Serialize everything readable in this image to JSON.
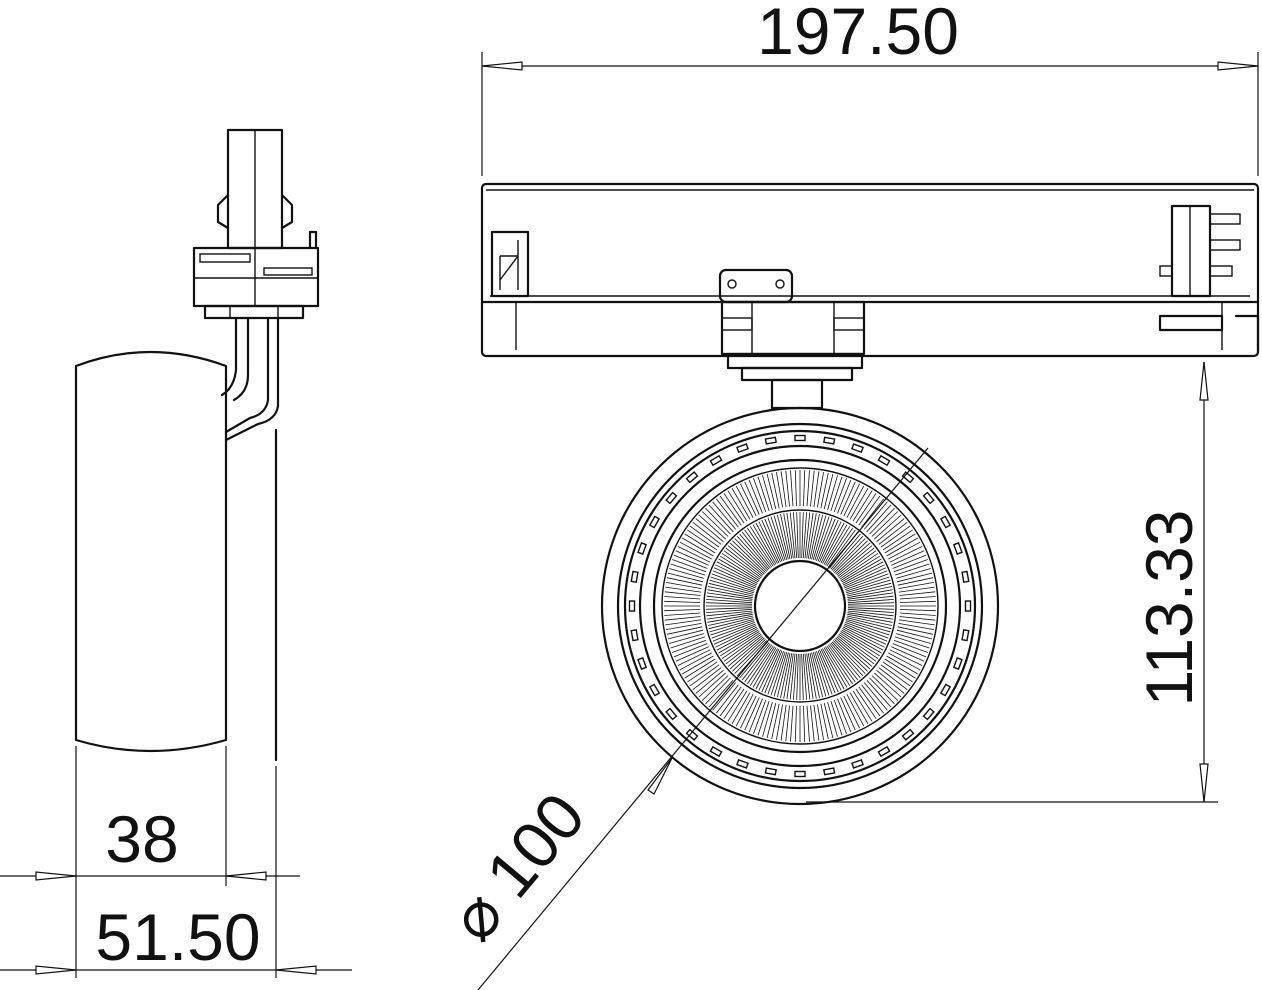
{
  "dimensions": {
    "overall_width": "197.50",
    "height_to_center": "113.33",
    "diameter_symbol": "⌀",
    "diameter_value": "100",
    "body_width": "38",
    "total_depth": "51.50"
  }
}
